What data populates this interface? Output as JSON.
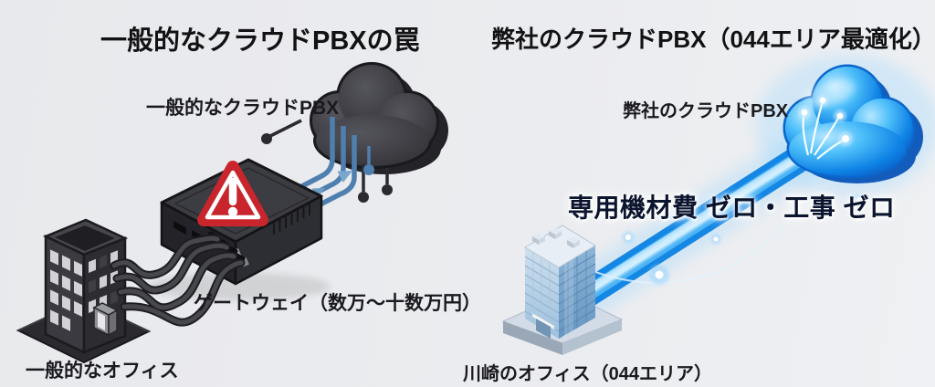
{
  "left_panel": {
    "title": "一般的なクラウドPBXの罠",
    "cloud_label": "一般的なクラウドPBX",
    "gateway_label": "ゲートウェイ（数万～十数万円）",
    "office_label": "一般的なオフィス",
    "icons": [
      "dark-cloud-icon",
      "circuit-stub-icons",
      "uplink-lines-icon",
      "uplink-arrow-icons",
      "gateway-device-icon",
      "warning-triangle-icon",
      "tangled-cables-icon",
      "dark-office-building-icon"
    ]
  },
  "right_panel": {
    "title": "弊社のクラウドPBX（044エリア最適化）",
    "cloud_label": "弊社のクラウドPBX",
    "benefit_label": "専用機材費 ゼロ・工事 ゼロ",
    "office_label": "川崎のオフィス（044エリア）",
    "icons": [
      "glossy-blue-cloud-icon",
      "fiber-beam-icon",
      "data-arc-icon",
      "sparkle-dot-icons",
      "blue-office-building-icon"
    ]
  },
  "colors": {
    "background": "#eaebee",
    "warning_red": "#c8252c",
    "link_steel_blue": "#4e7fae",
    "beam_blue": "#1486e4",
    "cloud_dark_gray": "#404046",
    "cloud_bright_blue": "#1e8fe8",
    "benefit_text": "#0b142e",
    "title_text": "#121215"
  }
}
